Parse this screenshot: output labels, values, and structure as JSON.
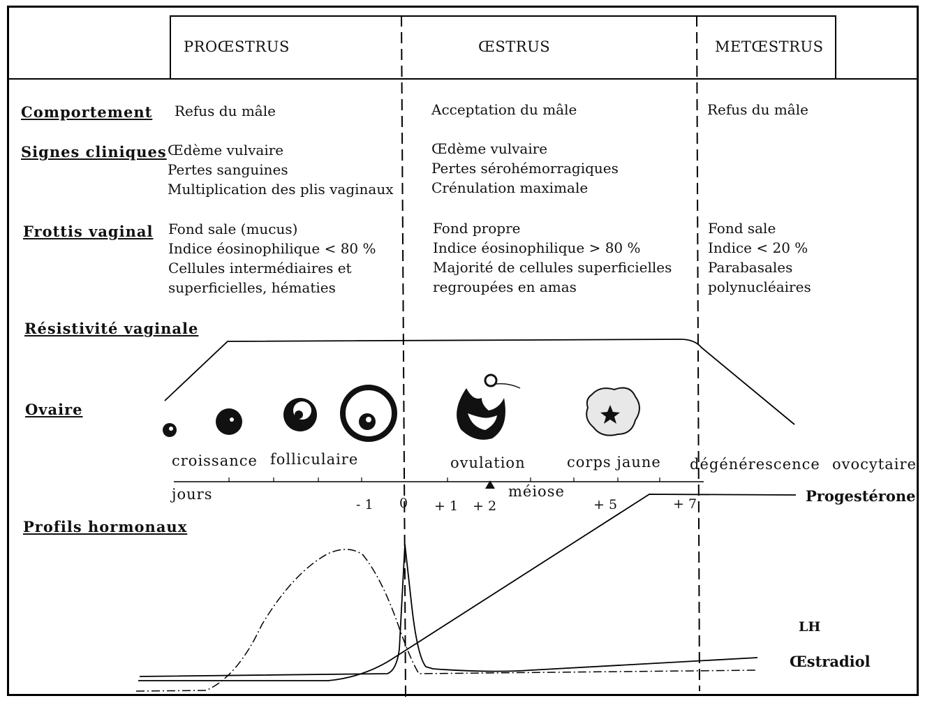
{
  "phases": {
    "proestrus": "PROŒSTRUS",
    "oestrus": "ŒSTRUS",
    "metoestrus": "METŒSTRUS"
  },
  "rows": {
    "comportement": {
      "label": "Comportement",
      "proestrus": [
        "Refus du mâle"
      ],
      "oestrus": [
        "Acceptation du mâle"
      ],
      "metoestrus": [
        "Refus du mâle"
      ]
    },
    "signes_cliniques": {
      "label": "Signes cliniques",
      "proestrus": [
        "Œdème vulvaire",
        "Pertes sanguines",
        "Multiplication des plis vaginaux"
      ],
      "oestrus": [
        "Œdème vulvaire",
        "Pertes sérohémorragiques",
        "Crénulation maximale"
      ],
      "metoestrus": []
    },
    "frottis_vaginal": {
      "label": "Frottis vaginal",
      "proestrus": [
        "Fond sale (mucus)",
        "Indice éosinophilique < 80 %",
        "Cellules intermédiaires et",
        "superficielles, hématies"
      ],
      "oestrus": [
        "Fond propre",
        "Indice éosinophilique > 80 %",
        "Majorité de cellules superficielles",
        "regroupées en amas"
      ],
      "metoestrus": [
        "Fond sale",
        "Indice < 20 %",
        "Parabasales",
        "polynucléaires"
      ]
    }
  },
  "resistivite": {
    "label": "Résistivité vaginale"
  },
  "ovaire": {
    "label": "Ovaire",
    "croissance": "croissance",
    "folliculaire": "folliculaire",
    "ovulation": "ovulation",
    "corps_jaune": "corps jaune",
    "degenerescence": "dégénérescence",
    "ovocytaire": "ovocytaire"
  },
  "timeline": {
    "jours": "jours",
    "meiose": "méiose",
    "ticks": [
      "- 1",
      "0",
      "+ 1",
      "+ 2",
      "+ 5",
      "+ 7"
    ]
  },
  "profils": {
    "label": "Profils hormonaux",
    "progesterone": "Progestérone",
    "lh": "LH",
    "oestradiol": "Œstradiol"
  }
}
